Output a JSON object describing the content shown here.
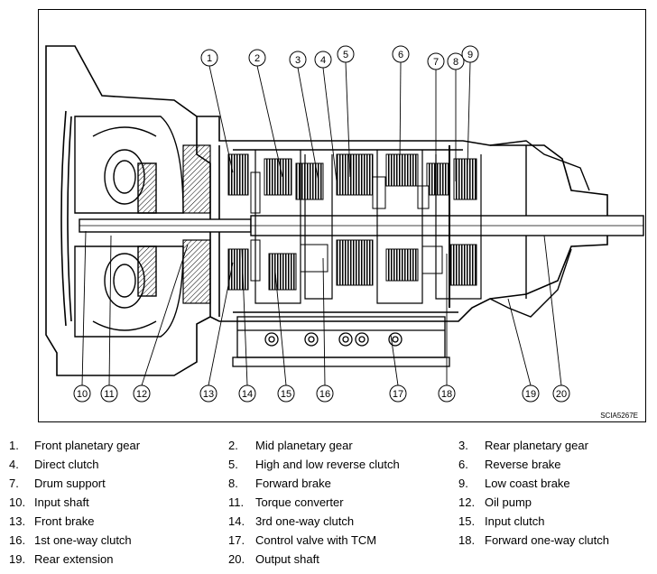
{
  "figure_id": "SCIA5267E",
  "callouts": [
    "1",
    "2",
    "3",
    "4",
    "5",
    "6",
    "7",
    "8",
    "9",
    "10",
    "11",
    "12",
    "13",
    "14",
    "15",
    "16",
    "17",
    "18",
    "19",
    "20"
  ],
  "legend": [
    {
      "num": "1.",
      "text": "Front planetary gear"
    },
    {
      "num": "2.",
      "text": "Mid planetary gear"
    },
    {
      "num": "3.",
      "text": "Rear planetary gear"
    },
    {
      "num": "4.",
      "text": "Direct clutch"
    },
    {
      "num": "5.",
      "text": "High and low reverse clutch"
    },
    {
      "num": "6.",
      "text": "Reverse brake"
    },
    {
      "num": "7.",
      "text": "Drum support"
    },
    {
      "num": "8.",
      "text": "Forward brake"
    },
    {
      "num": "9.",
      "text": "Low coast brake"
    },
    {
      "num": "10.",
      "text": "Input shaft"
    },
    {
      "num": "11.",
      "text": "Torque converter"
    },
    {
      "num": "12.",
      "text": "Oil pump"
    },
    {
      "num": "13.",
      "text": "Front brake"
    },
    {
      "num": "14.",
      "text": "3rd one-way clutch"
    },
    {
      "num": "15.",
      "text": "Input clutch"
    },
    {
      "num": "16.",
      "text": "1st one-way clutch"
    },
    {
      "num": "17.",
      "text": "Control valve with TCM"
    },
    {
      "num": "18.",
      "text": "Forward one-way clutch"
    },
    {
      "num": "19.",
      "text": "Rear extension"
    },
    {
      "num": "20.",
      "text": "Output shaft"
    }
  ]
}
